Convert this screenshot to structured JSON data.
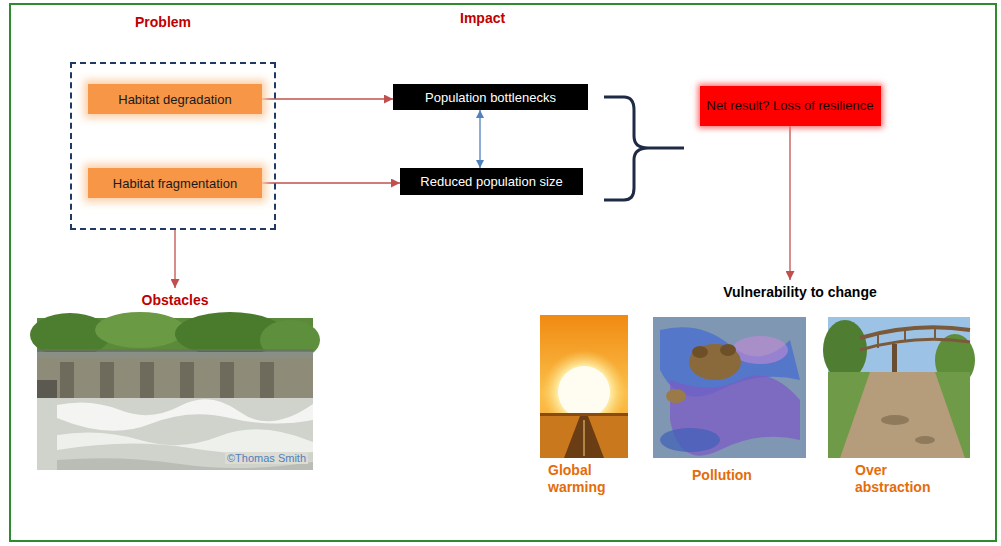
{
  "diagram": {
    "nodes": [
      {
        "text": [
          "Problem"
        ]
      },
      {
        "text": [
          "Habitat degradation"
        ],
        "in": 0
      },
      {
        "text": [
          "Habitat fragmentation"
        ],
        "in": 0
      },
      {
        "text": [
          "Population bottlenecks"
        ]
      },
      {
        "text": [
          "Reduced population size"
        ]
      },
      {
        "text": [
          "Net result? Loss of resilience"
        ]
      },
      {
        "text": [
          "Vulnerability to change"
        ]
      },
      {
        "text": [
          "Obstacles",
          "©Thomas Smith"
        ]
      }
    ],
    "edges": [
      {
        "from": 1,
        "to": 3,
        "arrow": "to"
      },
      {
        "from": 2,
        "to": 4,
        "arrow": "to"
      },
      {
        "from": 3,
        "to": 4,
        "arrow": "both"
      },
      {
        "from": 0,
        "to": 7,
        "arrow": "to"
      },
      {
        "from": 5,
        "to": 6,
        "arrow": "to"
      }
    ],
    "labels": [
      "Impact",
      "Global warming",
      "Pollution",
      "Over abstraction"
    ]
  }
}
